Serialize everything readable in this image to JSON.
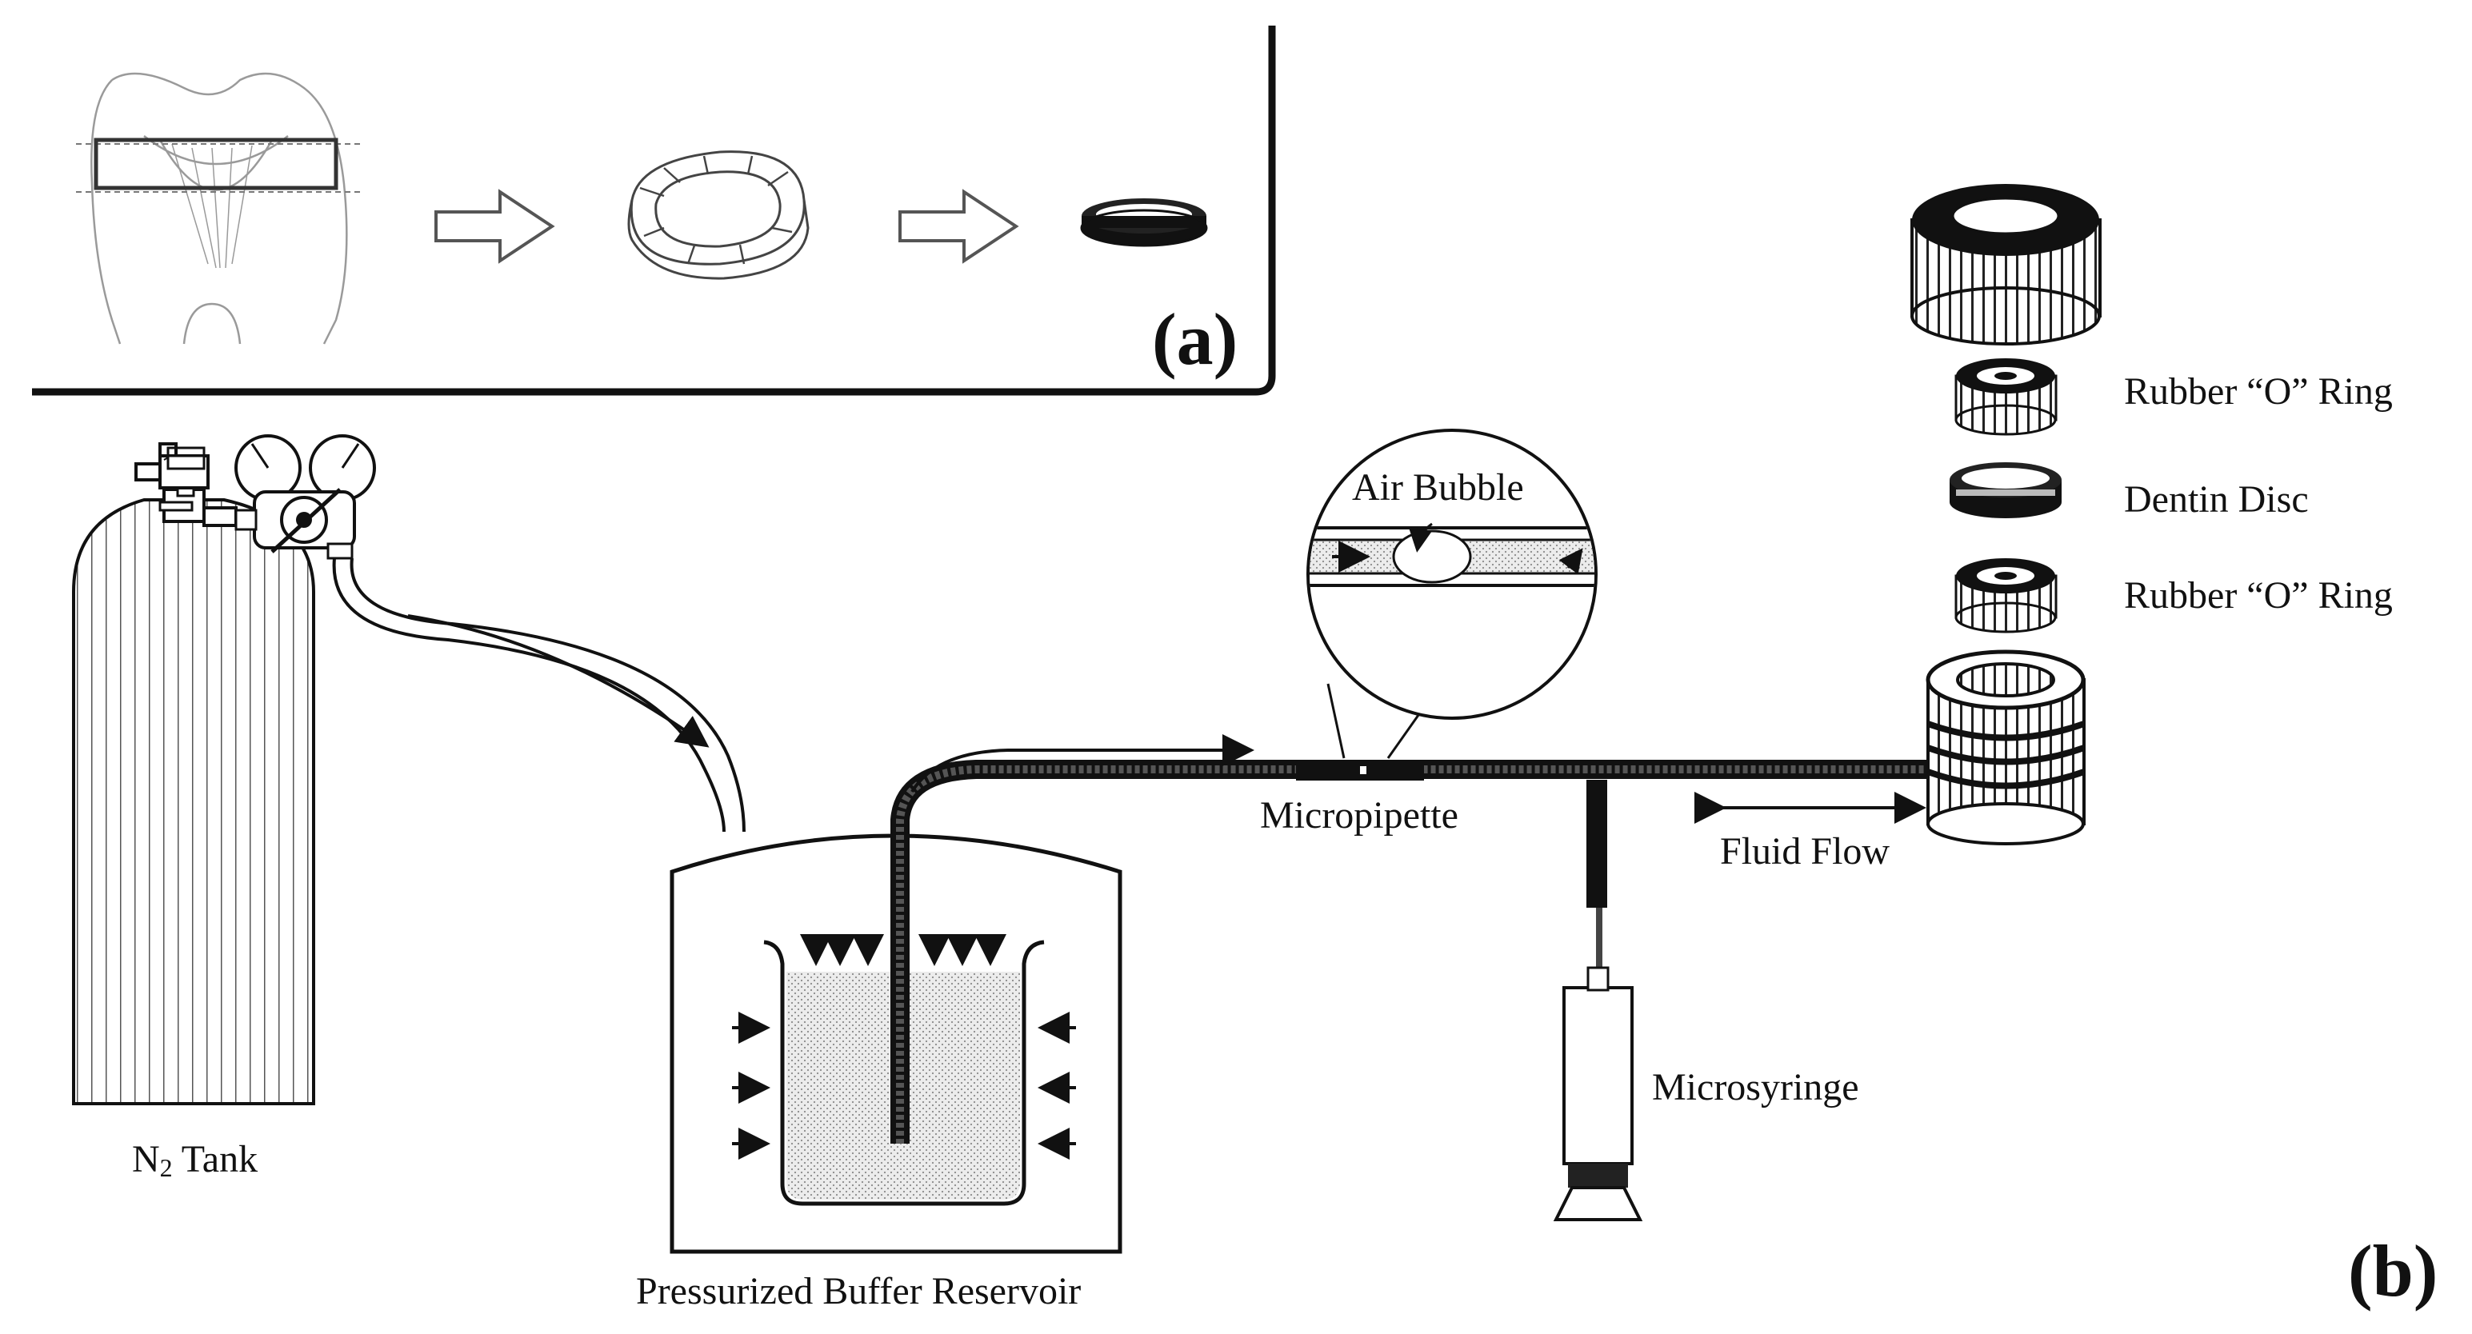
{
  "panel_a": {
    "label": "(a)"
  },
  "panel_b": {
    "label": "(b)"
  },
  "labels": {
    "tank_prefix": "N",
    "tank_sub": "2",
    "tank_suffix": " Tank",
    "reservoir": "Pressurized Buffer Reservoir",
    "micropipette": "Micropipette",
    "air_bubble": "Air Bubble",
    "microsyringe": "Microsyringe",
    "fluid_flow": "Fluid Flow",
    "rubber_ring_top": "Rubber “O” Ring",
    "dentin_disc": "Dentin Disc",
    "rubber_ring_bottom": "Rubber “O” Ring"
  },
  "colors": {
    "ink": "#111111",
    "line": "#222222",
    "fluid": "#d9d9d9",
    "tooth": "#9a9a9a"
  }
}
